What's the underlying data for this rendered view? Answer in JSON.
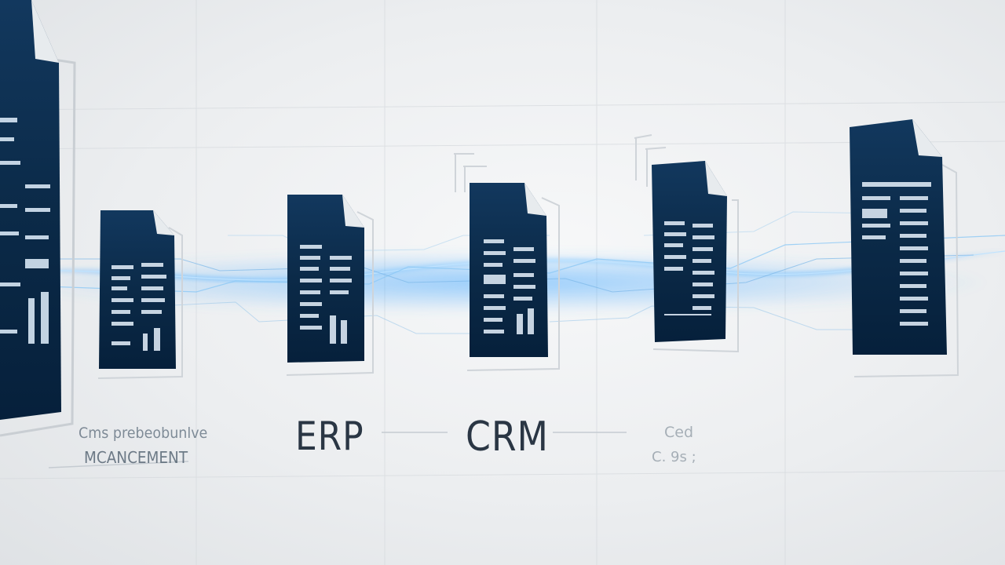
{
  "labels": {
    "left_line1": "Cms prebeobunlve",
    "left_line2": "MCANCEMENT",
    "erp": "ERP",
    "crm": "CRM",
    "right_line1": "Ced",
    "right_line2": "C. 9s ;"
  },
  "colors": {
    "document_navy": "#0b2a48",
    "glow_blue": "#3fa6ff",
    "background": "#eceef0",
    "label_text": "#2a3644"
  },
  "icons": {
    "document": "document-icon",
    "flow": "data-stream"
  }
}
